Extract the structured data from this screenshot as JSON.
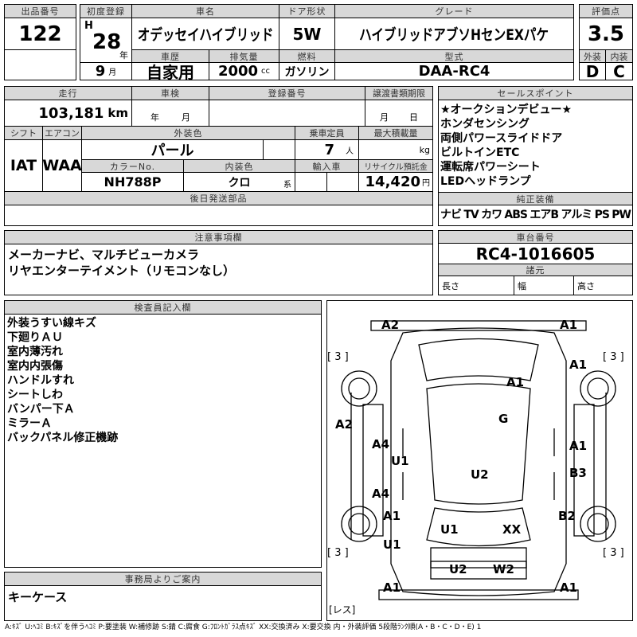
{
  "lot": {
    "label": "出品番号",
    "value": "122"
  },
  "first_reg": {
    "label": "初度登録",
    "era": "H",
    "year": "28",
    "year_unit": "年",
    "month": "9",
    "month_unit": "月"
  },
  "car_name": {
    "label": "車名",
    "value": "オデッセイハイブリッド"
  },
  "door": {
    "label": "ドア形状",
    "value": "5W"
  },
  "grade": {
    "label": "グレード",
    "value": "ハイブリッドアブソHセンEXパケ"
  },
  "score": {
    "label": "評価点",
    "value": "3.5",
    "ext_label": "外装",
    "int_label": "内装",
    "ext": "D",
    "int": "C"
  },
  "history": {
    "label": "車歴",
    "value": "自家用"
  },
  "displacement": {
    "label": "排気量",
    "value": "2000",
    "unit": "cc"
  },
  "fuel": {
    "label": "燃料",
    "value": "ガソリン"
  },
  "model": {
    "label": "型式",
    "value": "DAA-RC4"
  },
  "mileage": {
    "label": "走行",
    "value": "103,181",
    "unit": "km"
  },
  "inspection": {
    "label": "車検",
    "year_unit": "年",
    "month_unit": "月"
  },
  "reg_no": {
    "label": "登録番号"
  },
  "transfer": {
    "label": "譲渡書類期限",
    "month_unit": "月",
    "day_unit": "日"
  },
  "shift": {
    "label": "シフト",
    "value": "IAT"
  },
  "aircon": {
    "label": "エアコン",
    "value": "WAA"
  },
  "ext_color": {
    "label": "外装色",
    "value": "パール"
  },
  "capacity": {
    "label": "乗車定員",
    "value": "7",
    "unit": "人"
  },
  "max_load": {
    "label": "最大積載量",
    "unit": "kg"
  },
  "color_no": {
    "label": "カラーNo.",
    "value": "NH788P"
  },
  "int_color": {
    "label": "内装色",
    "value": "クロ",
    "unit": "系"
  },
  "import": {
    "label": "輸入車"
  },
  "recycle": {
    "label": "リサイクル預託金",
    "value": "14,420",
    "unit": "円"
  },
  "later_parts": {
    "label": "後日発送部品"
  },
  "sale_points": {
    "label": "セールスポイント",
    "items": [
      "★オークションデビュー★",
      "ホンダセンシング",
      "両側パワースライドドア",
      "ビルトインETC",
      "運転席パワーシート",
      "LEDヘッドランプ"
    ]
  },
  "equipment": {
    "label": "純正装備",
    "items": [
      "ナビ",
      "TV",
      "カワ",
      "ABS",
      "エアB",
      "アルミ",
      "PS",
      "PW"
    ]
  },
  "notes": {
    "label": "注意事項欄",
    "lines": [
      "メーカーナビ、マルチビューカメラ",
      "リヤエンターテイメント（リモコンなし）"
    ]
  },
  "chassis": {
    "label": "車台番号",
    "value": "RC4-1016605",
    "spec_label": "諸元",
    "length": "長さ",
    "width": "幅",
    "height": "高さ"
  },
  "inspector": {
    "label": "検査員記入欄",
    "lines": [
      "外装うすい線キズ",
      "下廻りＡＵ",
      "室内薄汚れ",
      "室内内張傷",
      "ハンドルすれ",
      "シートしわ",
      "バンパー下Ａ",
      "ミラーＡ",
      "バックパネル修正機跡"
    ]
  },
  "office": {
    "label": "事務局よりご案内",
    "value": "キーケース"
  },
  "diagram": {
    "marks": [
      "A2",
      "A1",
      "A1",
      "A1",
      "A2",
      "A4",
      "U1",
      "A4",
      "A1",
      "U1",
      "G",
      "A1",
      "B3",
      "U2",
      "B2",
      "U1",
      "XX",
      "U2",
      "W2",
      "A1",
      "A1"
    ],
    "brackets": [
      "[ 3 ]",
      "[ 3 ]",
      "[ 3 ]",
      "[ 3 ]"
    ],
    "less": "[レス]"
  },
  "legend": "A:ｷｽﾞ U:ﾍｺﾐ B:ｷｽﾞを伴うﾍｺﾐ P:要塗装 W:補修跡 S:錆 C:腐食 G:ﾌﾛﾝﾄｶﾞﾗｽ点ｷｽﾞ XX:交換済み X:要交換 内・外装評価 5段階ﾗﾝｸ順(A・B・C・D・E) 1"
}
